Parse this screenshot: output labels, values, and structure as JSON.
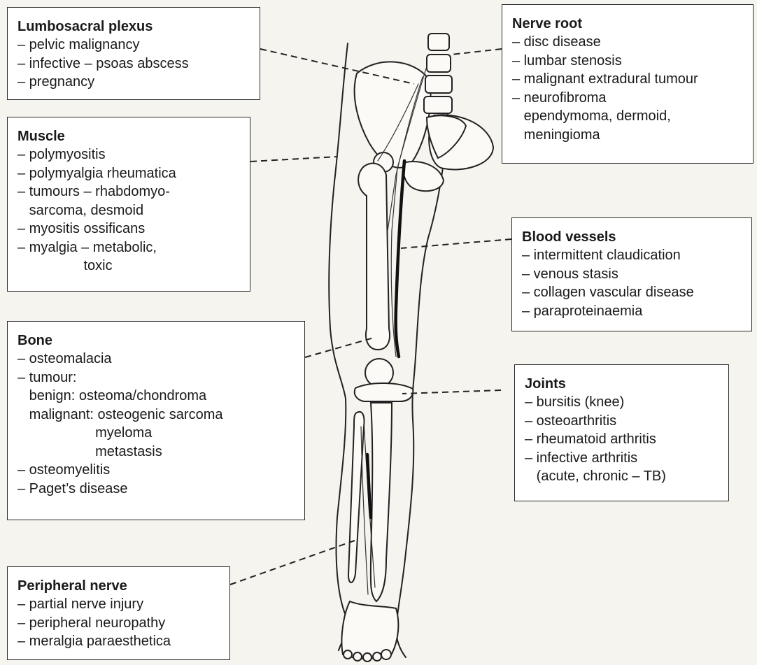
{
  "boxes": [
    {
      "id": "lumbosacral-plexus",
      "title": "Lumbosacral plexus",
      "lines": [
        "– pelvic malignancy",
        "– infective – psoas abscess",
        "– pregnancy"
      ]
    },
    {
      "id": "muscle",
      "title": "Muscle",
      "lines": [
        "– polymyositis",
        "– polymyalgia rheumatica",
        "– tumours – rhabdomyo-",
        "   sarcoma, desmoid",
        "– myositis ossificans",
        "– myalgia – metabolic,",
        "                 toxic"
      ]
    },
    {
      "id": "bone",
      "title": "Bone",
      "lines": [
        "– osteomalacia",
        "– tumour:",
        "   benign: osteoma/chondroma",
        "   malignant: osteogenic sarcoma",
        "                    myeloma",
        "                    metastasis",
        "– osteomyelitis",
        "– Paget’s disease"
      ]
    },
    {
      "id": "peripheral-nerve",
      "title": "Peripheral nerve",
      "lines": [
        "– partial nerve injury",
        "– peripheral neuropathy",
        "– meralgia paraesthetica"
      ]
    },
    {
      "id": "nerve-root",
      "title": "Nerve root",
      "lines": [
        "– disc disease",
        "– lumbar stenosis",
        "– malignant extradural tumour",
        "– neurofibroma",
        "   ependymoma, dermoid,",
        "   meningioma"
      ]
    },
    {
      "id": "blood-vessels",
      "title": "Blood vessels",
      "lines": [
        "– intermittent claudication",
        "– venous stasis",
        "– collagen vascular disease",
        "– paraproteinaemia"
      ]
    },
    {
      "id": "joints",
      "title": "Joints",
      "lines": [
        "– bursitis (knee)",
        "– osteoarthritis",
        "– rheumatoid arthritis",
        "– infective arthritis",
        "   (acute, chronic – TB)"
      ]
    }
  ]
}
